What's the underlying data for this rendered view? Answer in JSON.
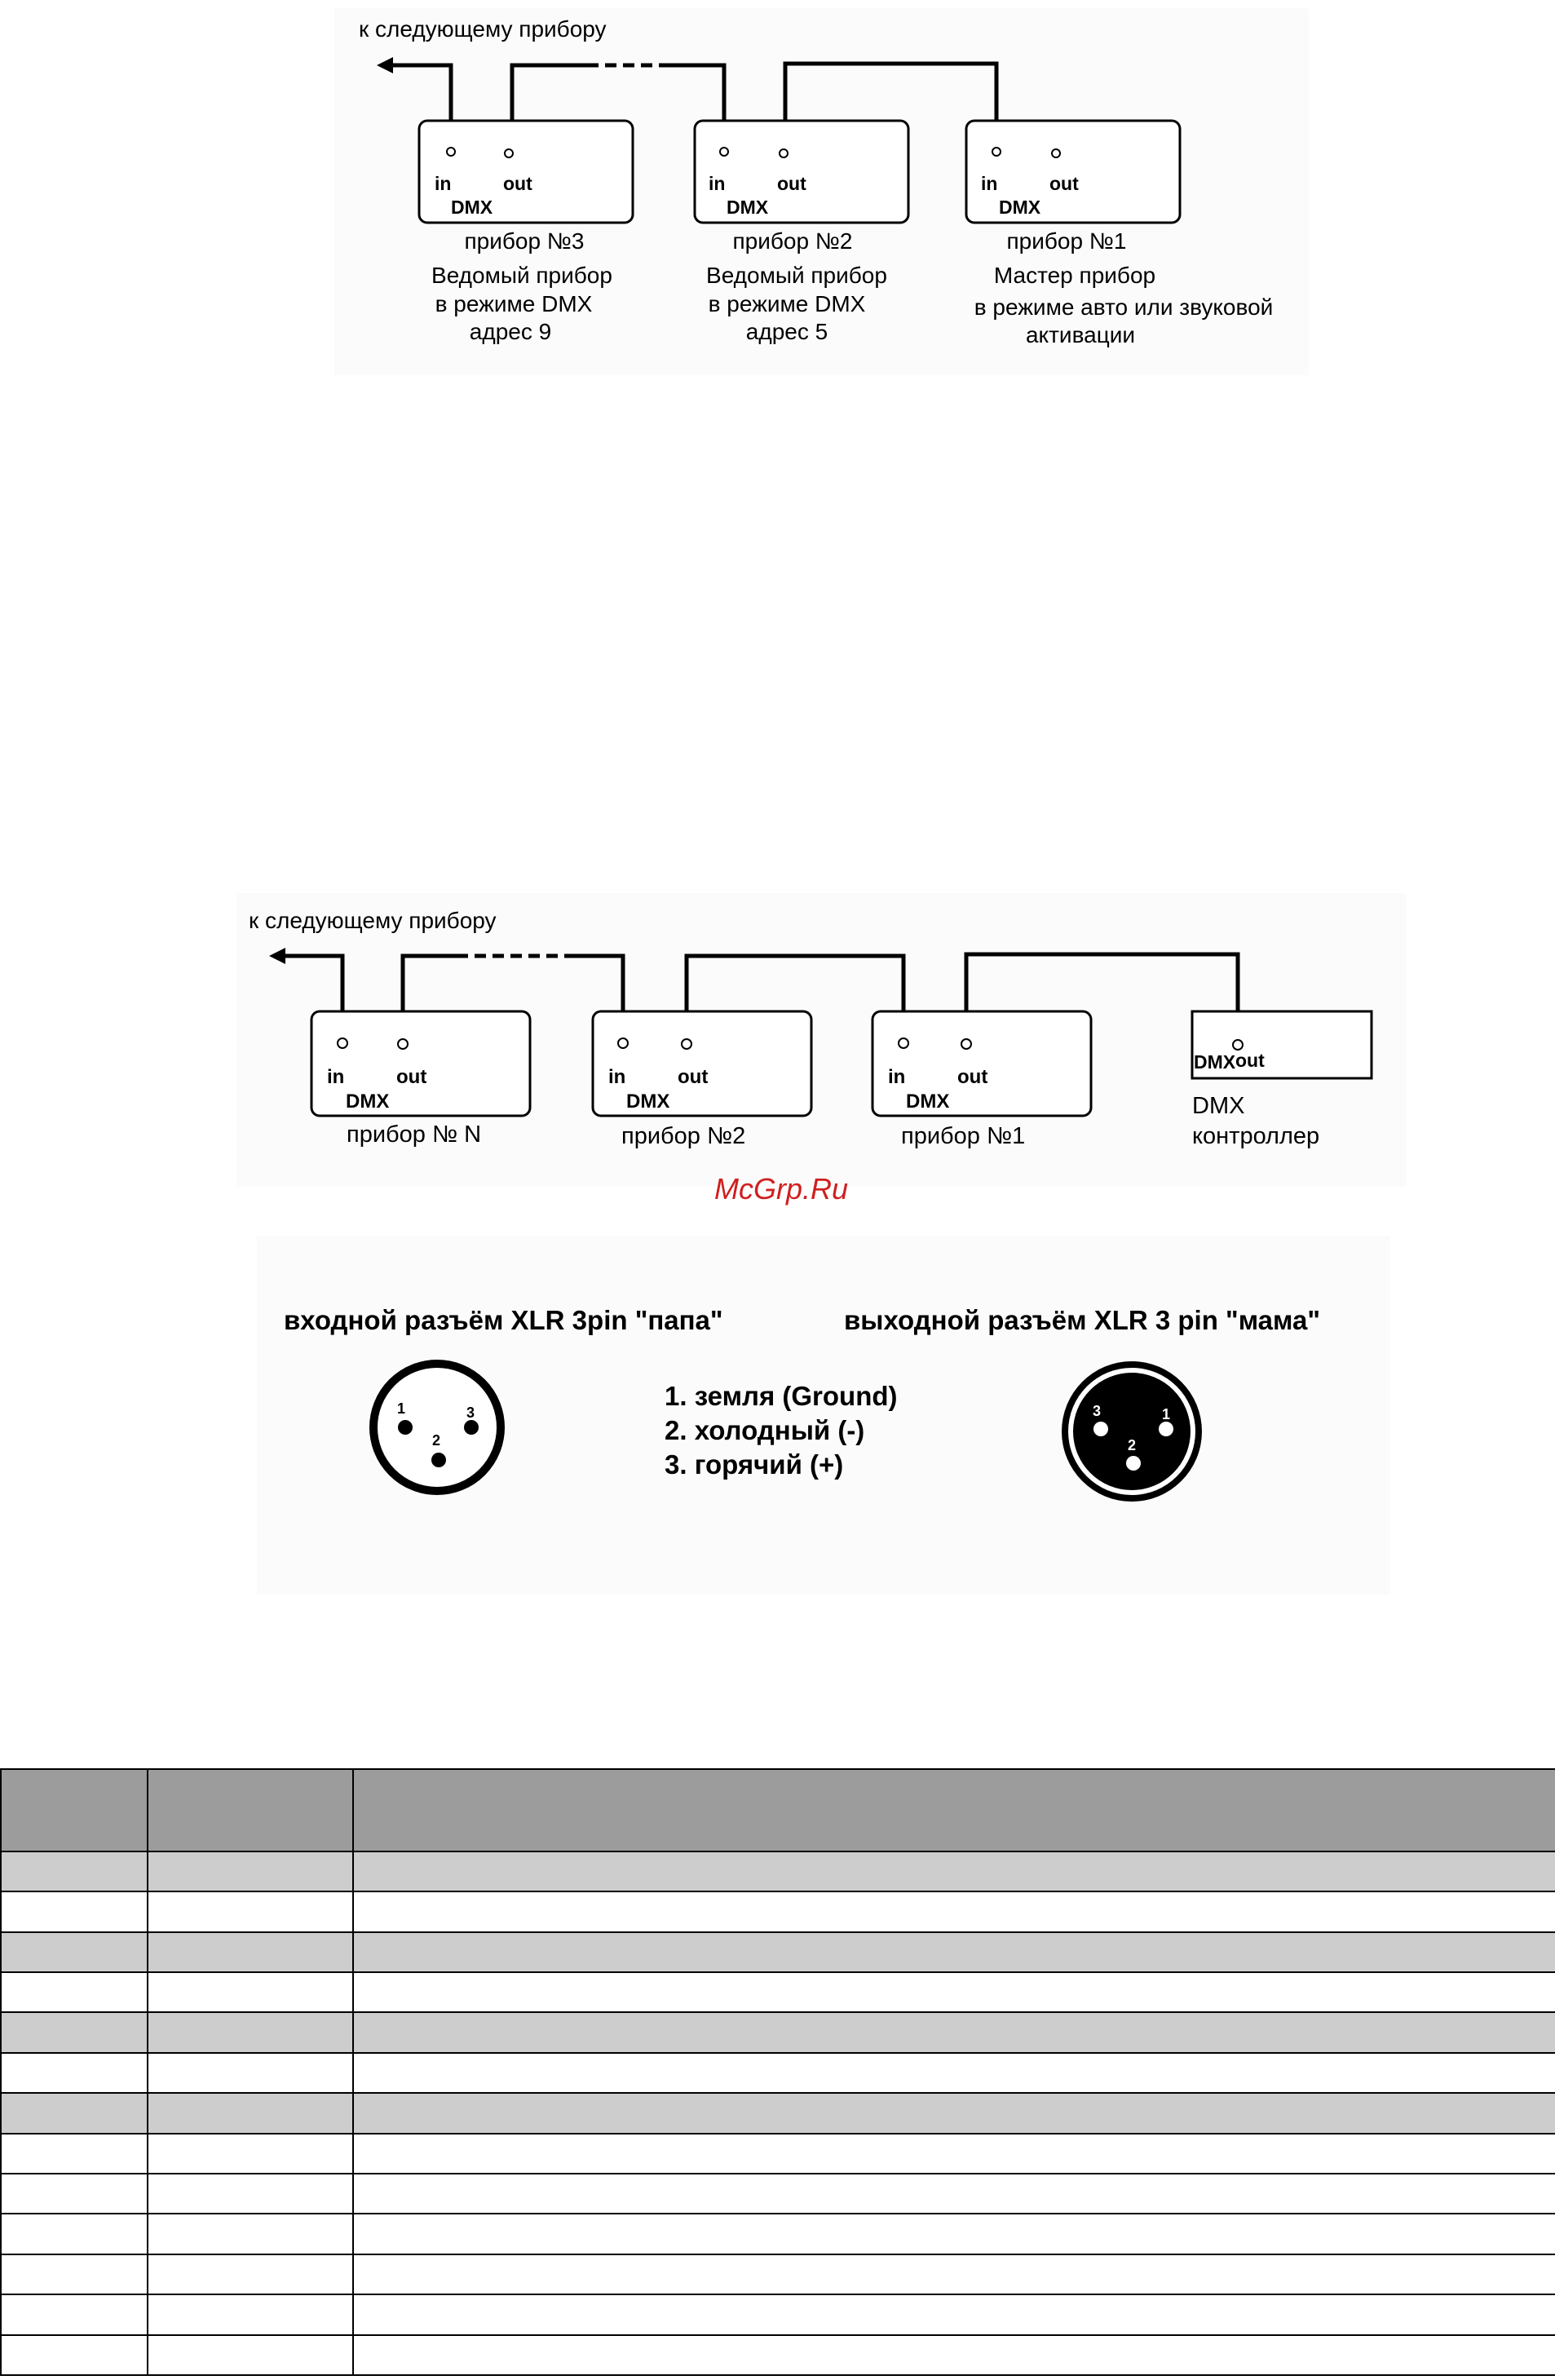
{
  "diagram1": {
    "next_label": "к следующему прибору",
    "devices": [
      {
        "name": "прибор №3",
        "desc": [
          "Ведомый прибор",
          "в режиме DMX",
          "адрес 9"
        ]
      },
      {
        "name": "прибор №2",
        "desc": [
          "Ведомый прибор",
          "в режиме DMX",
          "адрес 5"
        ]
      },
      {
        "name": "прибор №1",
        "desc": [
          "Мастер прибор",
          "в режиме авто или звуковой",
          "активации"
        ]
      }
    ]
  },
  "diagram2": {
    "next_label": "к следующему прибору",
    "devices": [
      {
        "name": "прибор № N"
      },
      {
        "name": "прибор №2"
      },
      {
        "name": "прибор №1"
      }
    ],
    "controller": {
      "label": [
        "DMX",
        "контроллер"
      ]
    }
  },
  "port_labels": {
    "in": "in",
    "out": "out",
    "dmx": "DMX"
  },
  "watermark": "McGrp.Ru",
  "connectors": {
    "male_title": "входной разъём XLR 3pin \"папа\"",
    "female_title": "выходной разъём XLR 3 pin \"мама\"",
    "pins": [
      "1. земля (Ground)",
      "2. холодный (-)",
      "3. горячий (+)"
    ],
    "male_pin_numbers": [
      "1",
      "2",
      "3"
    ],
    "female_pin_numbers": [
      "3",
      "1",
      "2"
    ]
  },
  "table": {
    "header_color": "#9c9c9c",
    "shade_color": "#cdcdcd",
    "rows": [
      "shade",
      "plain",
      "shade",
      "plain",
      "shade",
      "plain",
      "shade",
      "plain",
      "plain",
      "plain",
      "plain",
      "plain",
      "plain"
    ]
  }
}
